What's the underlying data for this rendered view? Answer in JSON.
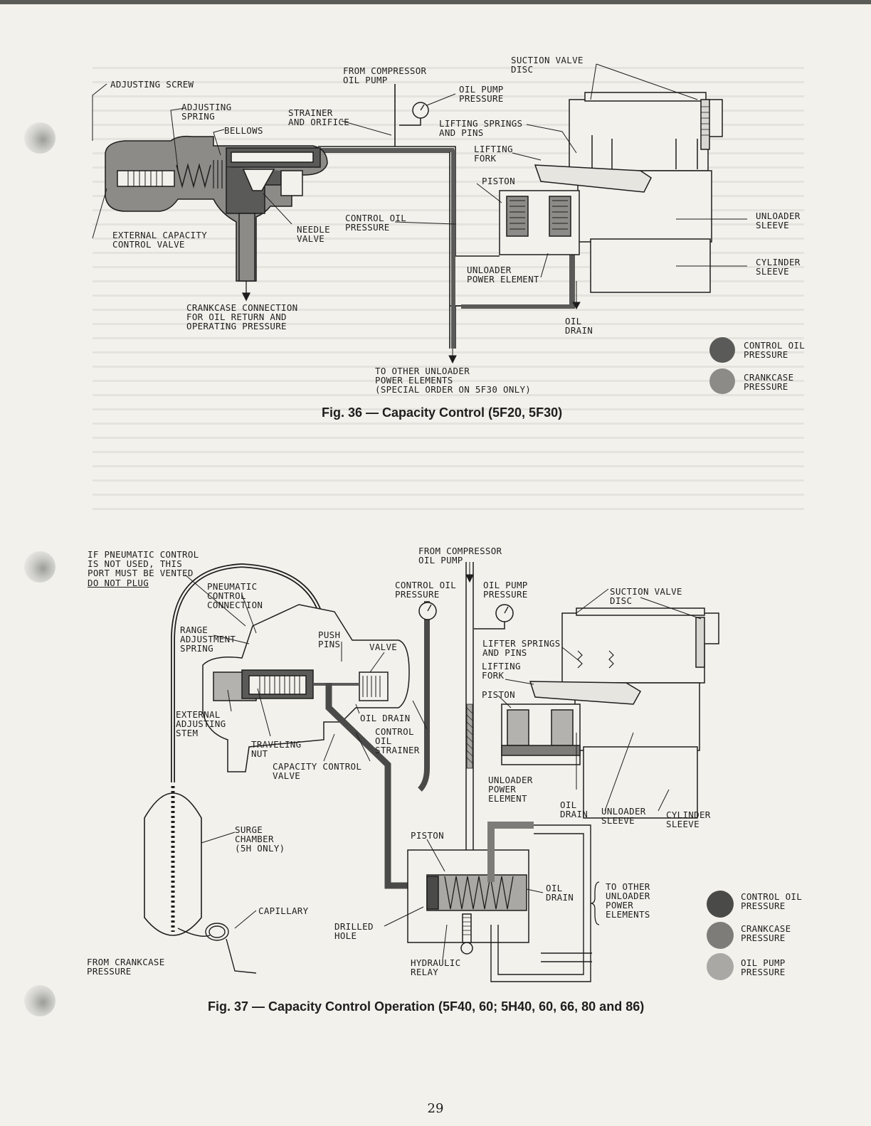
{
  "colors": {
    "control_oil": "#5a5a58",
    "crankcase": "#8c8b88",
    "oil_pump": "#b3b2ae",
    "paper": "#f2f1ec",
    "ink": "#1d1d1d"
  },
  "fig36": {
    "caption": "Fig. 36 — Capacity Control (5F20, 5F30)",
    "labels": {
      "adjusting_screw": "ADJUSTING SCREW",
      "adjusting_spring": "ADJUSTING\nSPRING",
      "bellows": "BELLOWS",
      "strainer_orifice": "STRAINER\nAND ORIFICE",
      "from_compressor_oil_pump": "FROM COMPRESSOR\nOIL PUMP",
      "oil_pump_pressure": "OIL PUMP\nPRESSURE",
      "suction_valve_disc": "SUCTION VALVE\nDISC",
      "lifting_springs_pins": "LIFTING SPRINGS\nAND PINS",
      "lifting_fork": "LIFTING\nFORK",
      "piston": "PISTON",
      "control_oil_pressure": "CONTROL OIL\nPRESSURE",
      "needle_valve": "NEEDLE\nVALVE",
      "external_capacity_control_valve": "EXTERNAL CAPACITY\nCONTROL VALVE",
      "unloader_sleeve": "UNLOADER\nSLEEVE",
      "cylinder_sleeve": "CYLINDER\nSLEEVE",
      "unloader_power_element": "UNLOADER\nPOWER ELEMENT",
      "crankcase_connection": "CRANKCASE CONNECTION\nFOR OIL RETURN AND\nOPERATING PRESSURE",
      "oil_drain": "OIL\nDRAIN",
      "to_other_unloader": "TO OTHER UNLOADER\nPOWER ELEMENTS\n(SPECIAL ORDER ON 5F30 ONLY)"
    },
    "legend": [
      {
        "label": "CONTROL OIL\nPRESSURE",
        "color": "#5a5a58"
      },
      {
        "label": "CRANKCASE\nPRESSURE",
        "color": "#8c8b88"
      }
    ]
  },
  "fig37": {
    "caption": "Fig. 37 — Capacity Control Operation (5F40, 60; 5H40, 60, 66, 80 and 86)",
    "labels": {
      "if_pneumatic": "IF PNEUMATIC CONTROL\nIS NOT USED, THIS\nPORT MUST BE VENTED",
      "do_not_plug": "DO NOT PLUG",
      "pneumatic_connection": "PNEUMATIC\nCONTROL\nCONNECTION",
      "range_adjustment_spring": "RANGE\nADJUSTMENT\nSPRING",
      "push_pins": "PUSH\nPINS",
      "valve": "VALVE",
      "from_compressor_oil_pump": "FROM COMPRESSOR\nOIL PUMP",
      "control_oil_pressure": "CONTROL OIL\nPRESSURE",
      "oil_pump_pressure": "OIL PUMP\nPRESSURE",
      "suction_valve_disc": "SUCTION VALVE\nDISC",
      "lifter_springs_pins": "LIFTER SPRINGS\nAND PINS",
      "lifting_fork": "LIFTING\nFORK",
      "piston_top": "PISTON",
      "external_adjusting_stem": "EXTERNAL\nADJUSTING\nSTEM",
      "oil_drain_mid": "OIL DRAIN",
      "control_oil_strainer": "CONTROL\nOIL\nSTRAINER",
      "traveling_nut": "TRAVELING\nNUT",
      "capacity_control_valve": "CAPACITY CONTROL\nVALVE",
      "unloader_power_element": "UNLOADER\nPOWER\nELEMENT",
      "oil_drain_right": "OIL\nDRAIN",
      "unloader_sleeve": "UNLOADER\nSLEEVE",
      "cylinder_sleeve": "CYLINDER\nSLEEVE",
      "surge_chamber": "SURGE\nCHAMBER\n(5H ONLY)",
      "piston_relay": "PISTON",
      "oil_drain_relay": "OIL\nDRAIN",
      "to_other_unloader": "TO OTHER\nUNLOADER\nPOWER\nELEMENTS",
      "capillary": "CAPILLARY",
      "drilled_hole": "DRILLED\nHOLE",
      "hydraulic_relay": "HYDRAULIC\nRELAY",
      "from_crankcase_pressure": "FROM CRANKCASE\nPRESSURE"
    },
    "legend": [
      {
        "label": "CONTROL OIL\nPRESSURE",
        "color": "#4a4a48"
      },
      {
        "label": "CRANKCASE\nPRESSURE",
        "color": "#7d7c79"
      },
      {
        "label": "OIL PUMP\nPRESSURE",
        "color": "#a9a8a4"
      }
    ]
  },
  "page_number": "29"
}
